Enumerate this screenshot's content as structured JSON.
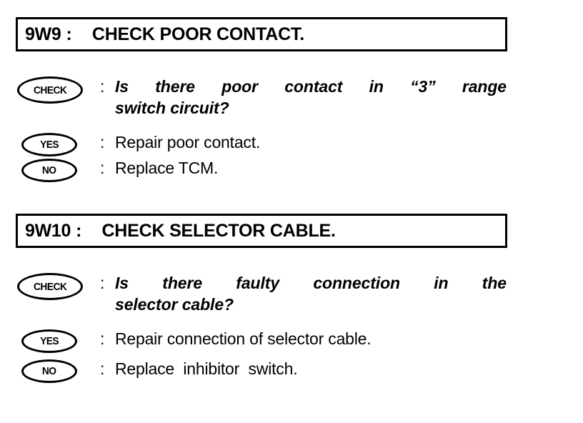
{
  "page": {
    "background_color": "#ffffff",
    "text_color": "#000000"
  },
  "sections": [
    {
      "code": "9W9",
      "separator": ":",
      "title": "CHECK POOR CONTACT.",
      "check": {
        "badge": "CHECK",
        "separator": ":",
        "line1": "Is there poor contact in “3” range",
        "line2": "switch circuit?"
      },
      "yes": {
        "badge": "YES",
        "separator": ":",
        "text": "Repair poor contact."
      },
      "no": {
        "badge": "NO",
        "separator": ":",
        "text": "Replace TCM."
      }
    },
    {
      "code": "9W10",
      "separator": ":",
      "title": "CHECK SELECTOR CABLE.",
      "check": {
        "badge": "CHECK",
        "separator": ":",
        "line1": "Is there faulty connection in the",
        "line2": "selector cable?"
      },
      "yes": {
        "badge": "YES",
        "separator": ":",
        "text": "Repair connection of selector cable."
      },
      "no": {
        "badge": "NO",
        "separator": ":",
        "text": "Replace  inhibitor  switch."
      }
    }
  ]
}
